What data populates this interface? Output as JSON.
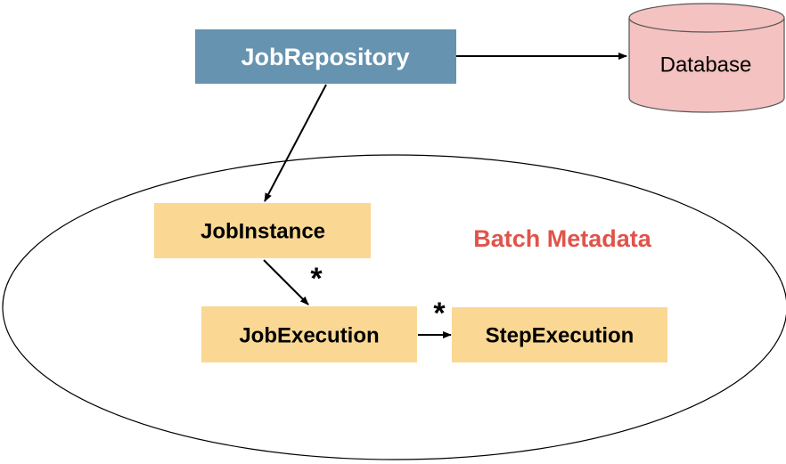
{
  "diagram": {
    "repository": {
      "label": "JobRepository",
      "fill": "#6593b0",
      "text_color": "#ffffff"
    },
    "database": {
      "label": "Database",
      "fill": "#f4c2c0",
      "stroke": "#555555"
    },
    "metadata": {
      "label": "Batch Metadata",
      "color": "#e0534a"
    },
    "job_instance": {
      "label": "JobInstance",
      "fill": "#fad893"
    },
    "job_execution": {
      "label": "JobExecution",
      "fill": "#fad893"
    },
    "step_execution": {
      "label": "StepExecution",
      "fill": "#fad893"
    },
    "multiplicity": {
      "instance_to_execution": "*",
      "execution_to_step": "*"
    }
  }
}
